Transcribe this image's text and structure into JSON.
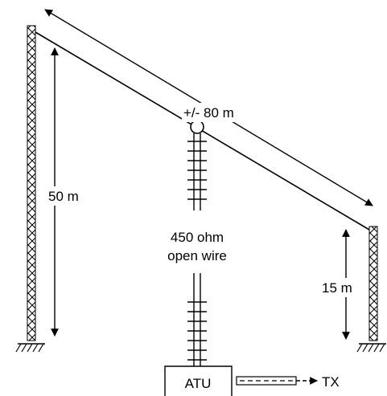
{
  "diagram": {
    "antenna_length": "+/- 80 m",
    "left_mast_height": "50 m",
    "right_mast_height": "15 m",
    "feedline_line1": "450 ohm",
    "feedline_line2": "open wire",
    "tuner": "ATU",
    "transmitter": "TX"
  },
  "colors": {
    "line": "#000000",
    "background": "#ffffff"
  }
}
